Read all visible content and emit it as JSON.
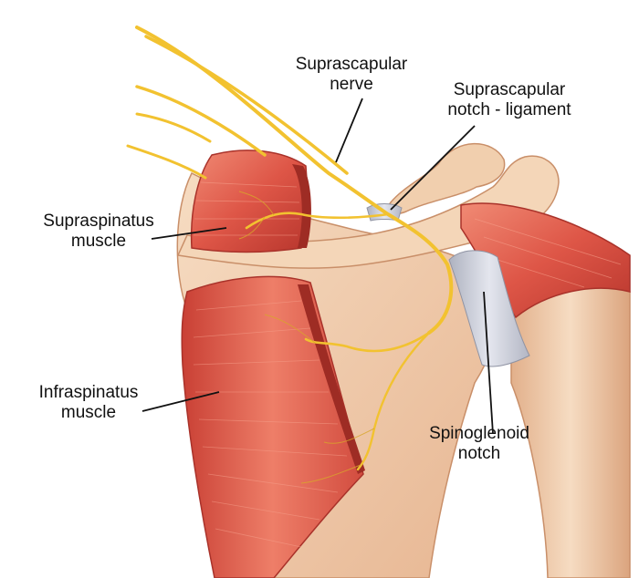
{
  "labels": {
    "suprascapular_nerve": [
      "Suprascapular",
      "nerve"
    ],
    "suprascapular_notch_ligament": [
      "Suprascapular",
      "notch - ligament"
    ],
    "supraspinatus_muscle": [
      "Supraspinatus",
      "muscle"
    ],
    "infraspinatus_muscle": [
      "Infraspinatus",
      "muscle"
    ],
    "spinoglenoid_notch": [
      "Spinoglenoid",
      "notch"
    ]
  },
  "colors": {
    "background": "#ffffff",
    "bone": "#f3d2b3",
    "bone_shadow": "#d9a783",
    "muscle": "#e0574a",
    "muscle_dark": "#b8362d",
    "muscle_light": "#f28b74",
    "nerve": "#f2c230",
    "ligament": "#c9ccd6",
    "leader_line": "#111111"
  }
}
